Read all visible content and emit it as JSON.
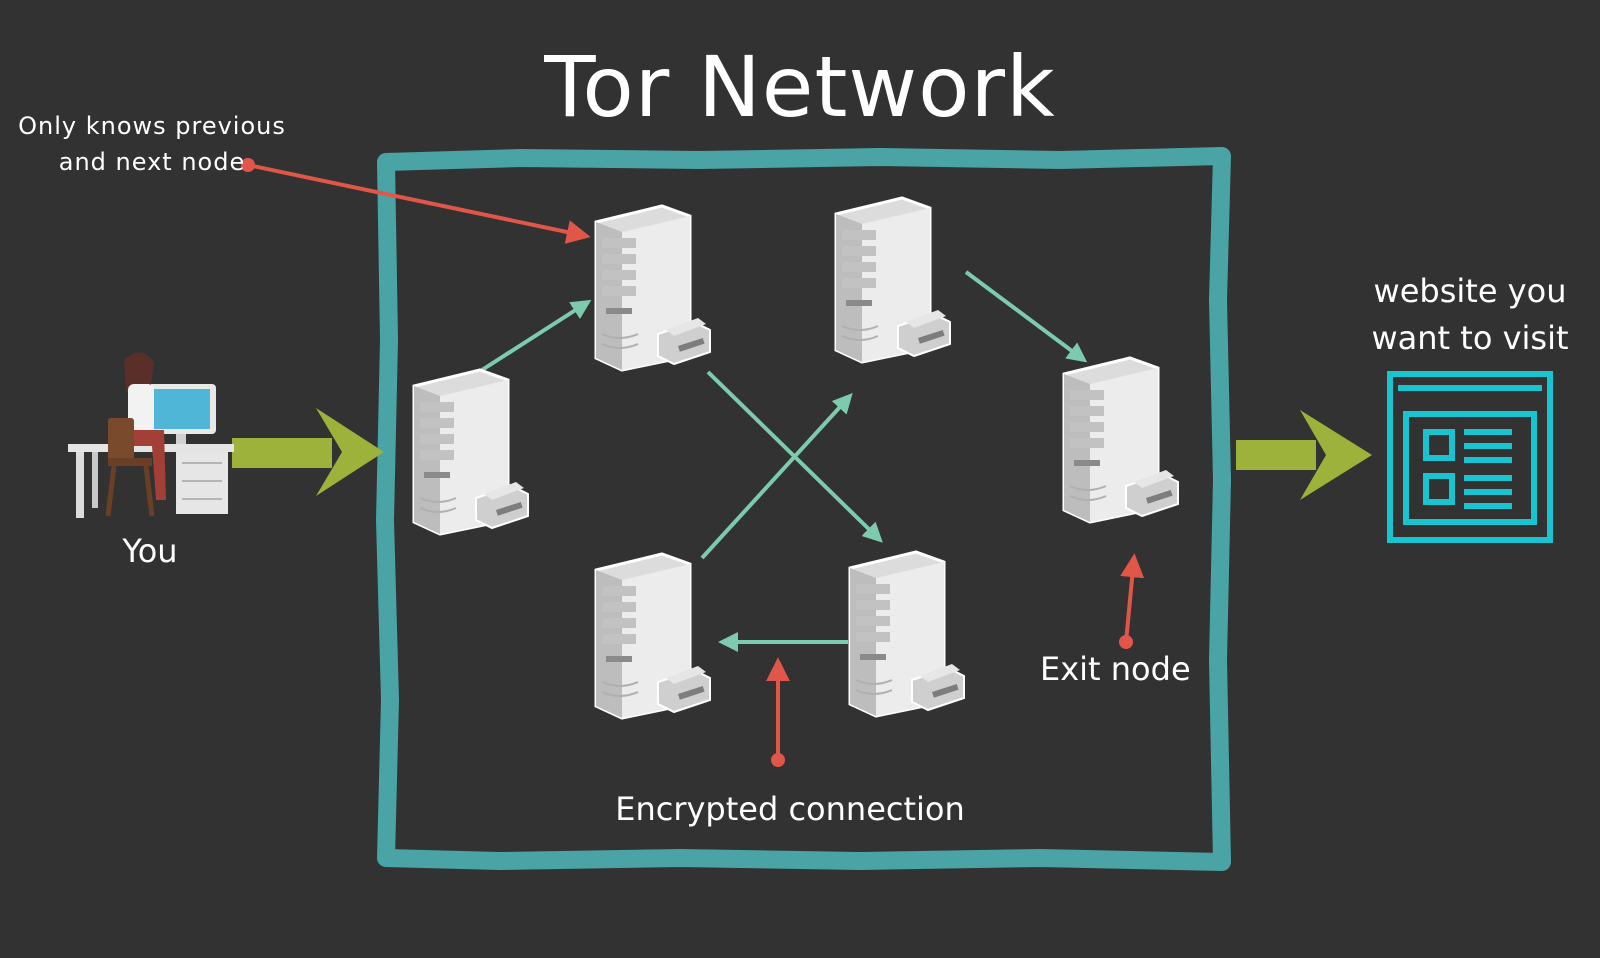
{
  "title": "Tor Network",
  "annotation": "Only knows previous and next node",
  "user_label": "You",
  "destination_label": "website you want to visit",
  "exit_label": "Exit node",
  "encrypted_label": "Encrypted connection",
  "colors": {
    "background": "#323232",
    "network_border": "#4aa3a4",
    "flow_arrow": "#9cb23a",
    "path_arrow": "#7ccbae",
    "pointer": "#e0574a",
    "website_icon": "#17c4cf",
    "server": "#e8e8e8"
  },
  "icons": [
    "person-at-desk-icon",
    "server-icon",
    "printer-icon",
    "website-icon"
  ]
}
